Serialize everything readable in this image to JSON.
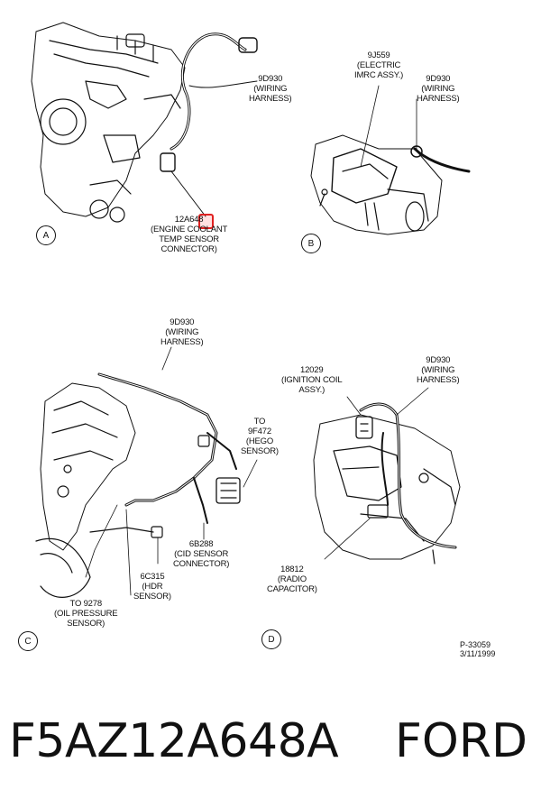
{
  "panels": [
    {
      "id": "A",
      "letter": "A"
    },
    {
      "id": "B",
      "letter": "B"
    },
    {
      "id": "C",
      "letter": "C"
    },
    {
      "id": "D",
      "letter": "D"
    }
  ],
  "labels": {
    "a_harness": "9D930\n(WIRING\nHARNESS)",
    "a_connector": "12A648\n(ENGINE COOLANT\nTEMP SENSOR\nCONNECTOR)",
    "b_imrc": "9J559\n(ELECTRIC\nIMRC ASSY.)",
    "b_harness": "9D930\n(WIRING\nHARNESS)",
    "c_harness": "9D930\n(WIRING\nHARNESS)",
    "c_hego": "TO\n9F472\n(HEGO\nSENSOR)",
    "c_cid": "6B288\n(CID SENSOR\nCONNECTOR)",
    "c_hdr": "6C315\n(HDR\nSENSOR)",
    "c_oil": "TO 9278\n(OIL PRESSURE\nSENSOR)",
    "d_coil": "12029\n(IGNITION COIL\nASSY.)",
    "d_harness": "9D930\n(WIRING\nHARNESS)",
    "d_radio": "18812\n(RADIO\nCAPACITOR)"
  },
  "reference": "P-33059\n3/11/1999",
  "footer": {
    "part_number": "F5AZ12A648A",
    "brand": "FORD"
  },
  "colors": {
    "ink": "#111111",
    "highlight": "#e02020"
  }
}
